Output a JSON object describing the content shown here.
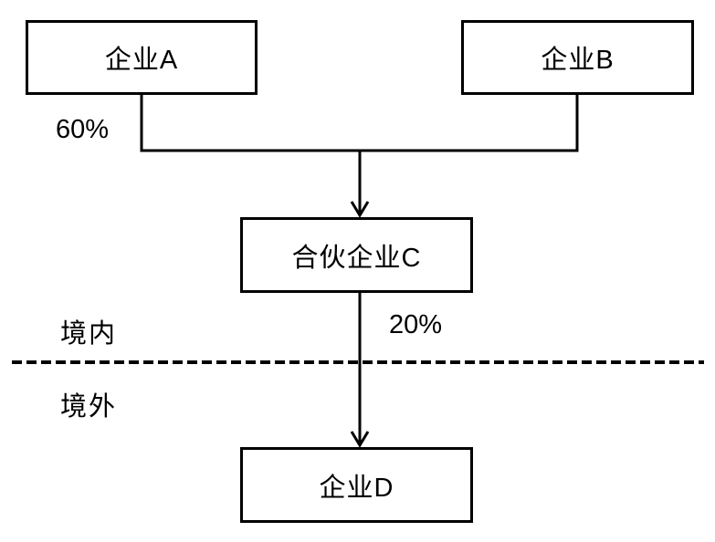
{
  "diagram": {
    "title": "equity-structure-diagram",
    "nodes": {
      "company_a": {
        "label": "企业A"
      },
      "company_b": {
        "label": "企业B"
      },
      "partnership_c": {
        "label": "合伙企业C"
      },
      "company_d": {
        "label": "企业D"
      }
    },
    "edge_labels": {
      "a_to_c_share": "60%",
      "c_to_d_share": "20%"
    },
    "regions": {
      "domestic": "境内",
      "overseas": "境外"
    },
    "colors": {
      "line": "#000000",
      "background": "#ffffff"
    }
  }
}
